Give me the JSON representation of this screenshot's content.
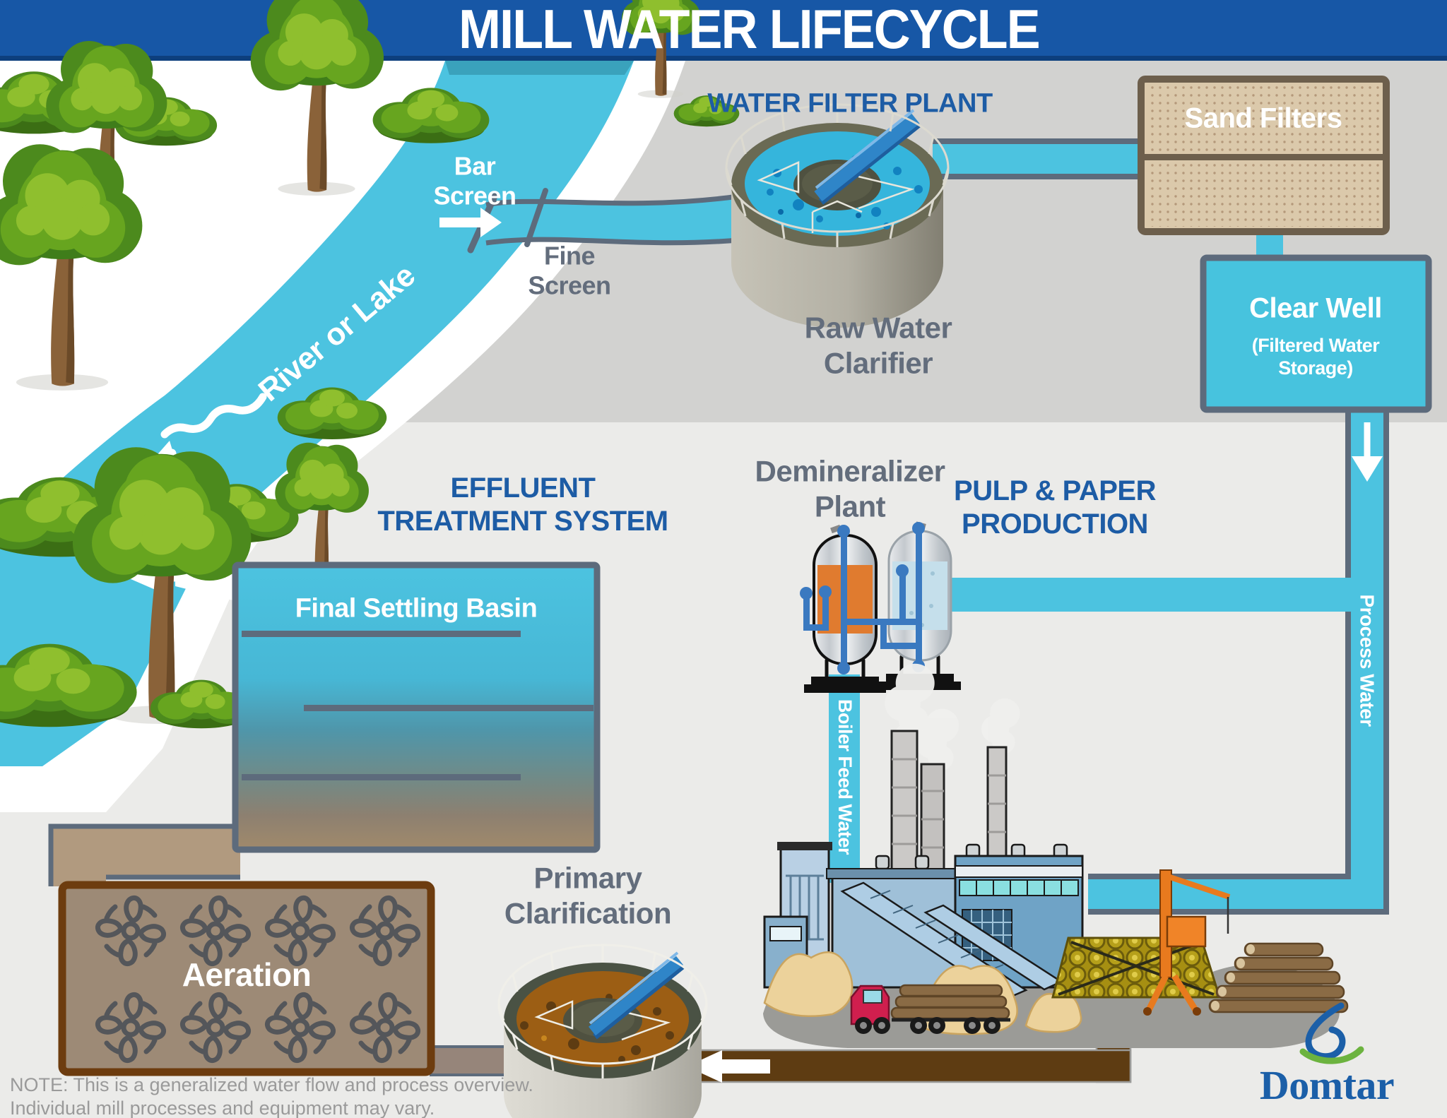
{
  "title": "MILL WATER LIFECYCLE",
  "labels": {
    "bar_screen": "Bar\nScreen",
    "fine_screen": "Fine\nScreen",
    "water_filter_plant": "WATER FILTER PLANT",
    "raw_water_clarifier": "Raw Water\nClarifier",
    "sand_filters": "Sand Filters",
    "clear_well_title": "Clear Well",
    "clear_well_subtitle": "(Filtered Water\nStorage)",
    "river_or_lake": "River or Lake",
    "effluent_treatment": "EFFLUENT\nTREATMENT SYSTEM",
    "final_settling_basin": "Final Settling Basin",
    "demineralizer_plant": "Demineralizer\nPlant",
    "pulp_paper_production": "PULP & PAPER\nPRODUCTION",
    "process_water": "Process Water",
    "boiler_feed_water": "Boiler Feed Water",
    "aeration": "Aeration",
    "primary_clarification": "Primary\nClarification",
    "note": "NOTE: This is a generalized water flow and process overview.\nIndividual mill processes and equipment may vary.",
    "logo": "Domtar"
  },
  "icons": {
    "fan": "aerator-fan-icon",
    "flow_arrow": "flow-arrow-icon",
    "logo_mark": "domtar-leaf-drop-icon"
  },
  "colors": {
    "header_bar": "#1757a6",
    "header_bar_edge": "#0d3f7d",
    "heading_text": "#1d5ca5",
    "water_cyan": "#4cc3e0",
    "pipe_border_slate": "#5d6b7c",
    "label_gray": "#636d7c",
    "sand_tan": "#dbc9ab",
    "sand_border": "#6d5f4c",
    "clear_well_fill": "#47c3de",
    "aeration_brown": "#9d8a76",
    "aeration_border": "#6d3c0f",
    "sludge_brown": "#5e3c12",
    "raw_water_blue": "#35b5dc",
    "primary_water_brown": "#9c5e14",
    "logo_blue": "#1b5fa8",
    "logo_green": "#6cb33f"
  }
}
